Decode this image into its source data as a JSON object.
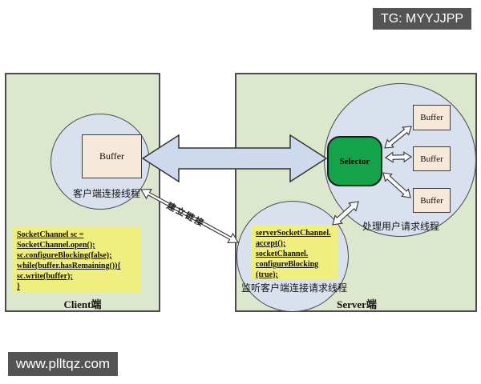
{
  "watermarks": {
    "telegram": "TG: MYYJJPP",
    "website": "www.plltqz.com"
  },
  "client": {
    "title": "Client端",
    "buffer_label": "Buffer",
    "thread_label": "客户端连接线程",
    "code_lines": [
      "SocketChannel sc =",
      "SocketChannel.open();",
      "sc.configureBlocking(false);",
      "while(buffer.hasRemaining()){",
      "sc.write(buffer);",
      "}"
    ]
  },
  "connection": {
    "label": "建立链接"
  },
  "server": {
    "title": "Server端",
    "selector_label": "Selector",
    "buffer_labels": [
      "Buffer",
      "Buffer",
      "Buffer"
    ],
    "handler_thread_label": "处理用户请求线程",
    "listener_thread_label": "监听客户端连接请求线程",
    "code_lines": [
      "serverSocketChannel.",
      "accept();",
      "socketChannel.",
      "configureBlocking",
      "(true);"
    ]
  },
  "colors": {
    "panel_bg": "#dde7ce",
    "circle_bg": "#dae1ee",
    "buffer_bg": "#f7e9d9",
    "selector_bg": "#14a24b",
    "code_bg": "#f0ee7e",
    "big_arrow_fill": "#cdd9ec",
    "watermark_bg": "#545454"
  }
}
